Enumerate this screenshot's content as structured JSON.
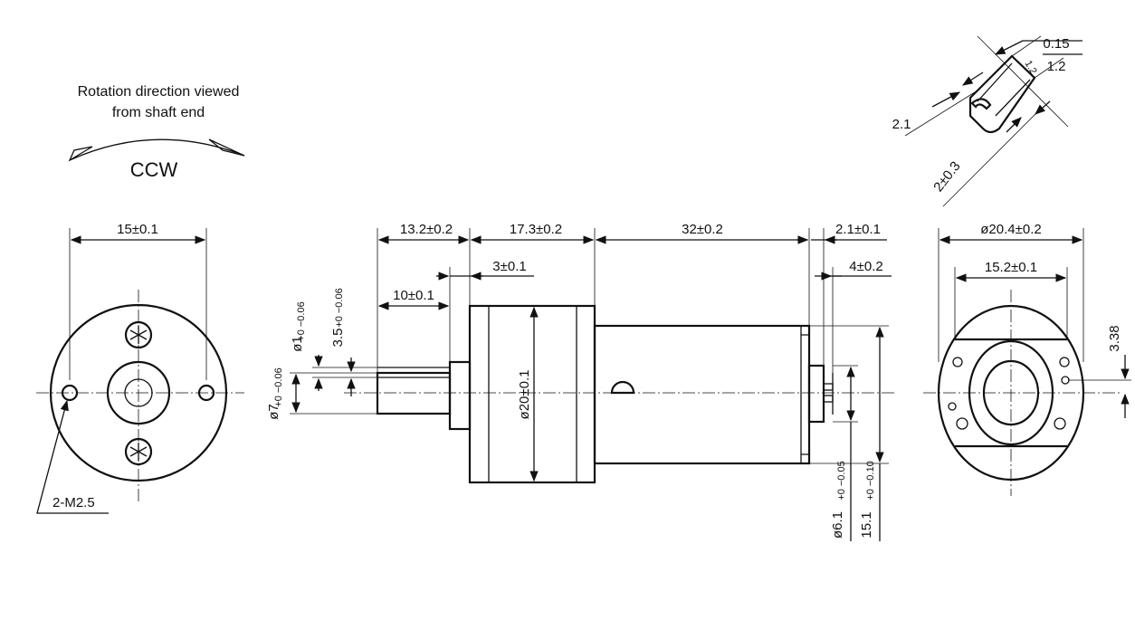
{
  "rotation": {
    "line1": "Rotation direction viewed",
    "line2": "from shaft end",
    "direction": "CCW"
  },
  "front_view": {
    "hole_spacing": "15±0.1",
    "thread_label": "2-M2.5"
  },
  "side_view": {
    "gearbox_front_length": "13.2±0.2",
    "gearbox_length": "17.3±0.2",
    "motor_length": "32±0.2",
    "terminal_length": "2.1±0.1",
    "boss_length": "3±0.1",
    "shaft_length": "10±0.1",
    "terminal_offset": "4±0.2",
    "gearbox_diameter": "ø20±0.1",
    "shaft_diameter": "ø7",
    "shaft_tolerance": "+0 −0.06",
    "flat_diameter": "ø1",
    "flat_tolerance": "+0 −0.06",
    "flat_depth": "3.5",
    "flat_depth_tolerance": "+0 −0.06",
    "rear_boss_diameter": "ø6.1",
    "rear_boss_tolerance": "+0 −0.05",
    "motor_height": "15.1",
    "motor_height_tolerance": "+0 −0.10"
  },
  "rear_view": {
    "body_diameter": "ø20.4±0.2",
    "flat_width": "15.2±0.1",
    "offset": "3.38"
  },
  "terminal_detail": {
    "thickness": "0.15",
    "width": "1.2",
    "tab_width": "1.2",
    "hole": "2.1",
    "length": "2±0.3"
  }
}
